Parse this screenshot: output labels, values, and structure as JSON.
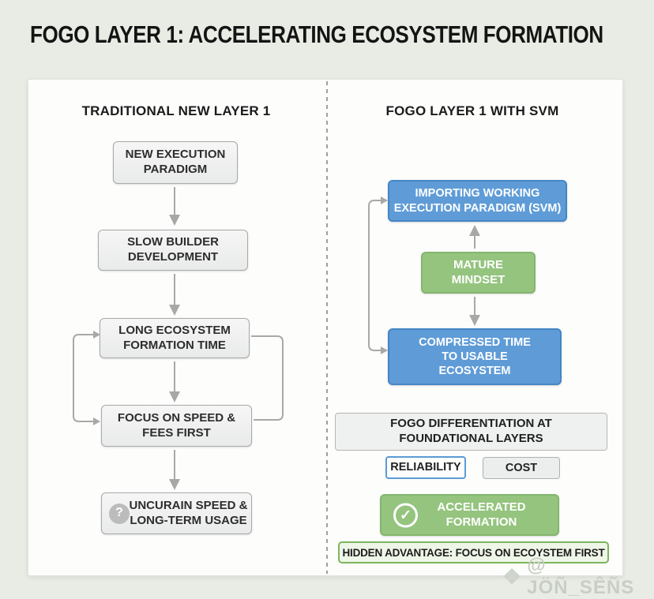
{
  "title": "FOGO LAYER 1: ACCELERATING ECOSYSTEM FORMATION",
  "left": {
    "header": "TRADITIONAL NEW LAYER 1",
    "nodes": [
      {
        "lines": [
          "NEW EXECUTION",
          "PARADIGM"
        ]
      },
      {
        "lines": [
          "SLOW BUILDER",
          "DEVELOPMENT"
        ]
      },
      {
        "lines": [
          "LONG ECOSYSTEM",
          "FORMATION TIME"
        ]
      },
      {
        "lines": [
          "FOCUS ON SPEED &",
          "FEES FIRST"
        ]
      },
      {
        "lines": [
          "UNCURAIN SPEED &",
          "LONG-TERM USAGE"
        ],
        "badge": "?"
      }
    ]
  },
  "right": {
    "header": "FOGO LAYER 1 WITH SVM",
    "nodes": [
      {
        "lines": [
          "IMPORTING WORKING",
          "EXECUTION PARADIGM (SVM)"
        ]
      },
      {
        "lines": [
          "MATURE",
          "MINDSET"
        ]
      },
      {
        "lines": [
          "COMPRESSED TIME",
          "TO USABLE",
          "ECOSYSTEM"
        ]
      },
      {
        "lines": [
          "FOGO DIFFERENTIATION AT",
          "FOUNDATIONAL LAYERS"
        ]
      },
      {
        "lines": [
          "RELIABILITY"
        ]
      },
      {
        "lines": [
          "COST"
        ]
      },
      {
        "lines": [
          "ACCELERATED",
          "FORMATION"
        ],
        "badge": "✓"
      },
      {
        "lines": [
          "HIDDEN ADVANTAGE: FOCUS ON ECOYSTEM FIRST"
        ]
      }
    ]
  },
  "watermark": {
    "icon": "❖",
    "handle": "@ JÖÑ_SÊÑS"
  },
  "colors": {
    "page_bg": "#e8ece4",
    "panel": "#fdfdfc",
    "blue_fill": "#5f9cd7",
    "blue_border": "#4586c6",
    "green_fill": "#94c47e",
    "green_border": "#85b56e",
    "light_green_fill": "#eef6e8",
    "light_green_border": "#7eb55f",
    "gray_fill": "#efefef",
    "gray_border": "#a9a9a9",
    "reliability_border": "#5b9bd5",
    "arrow": "#a8a8a8"
  }
}
